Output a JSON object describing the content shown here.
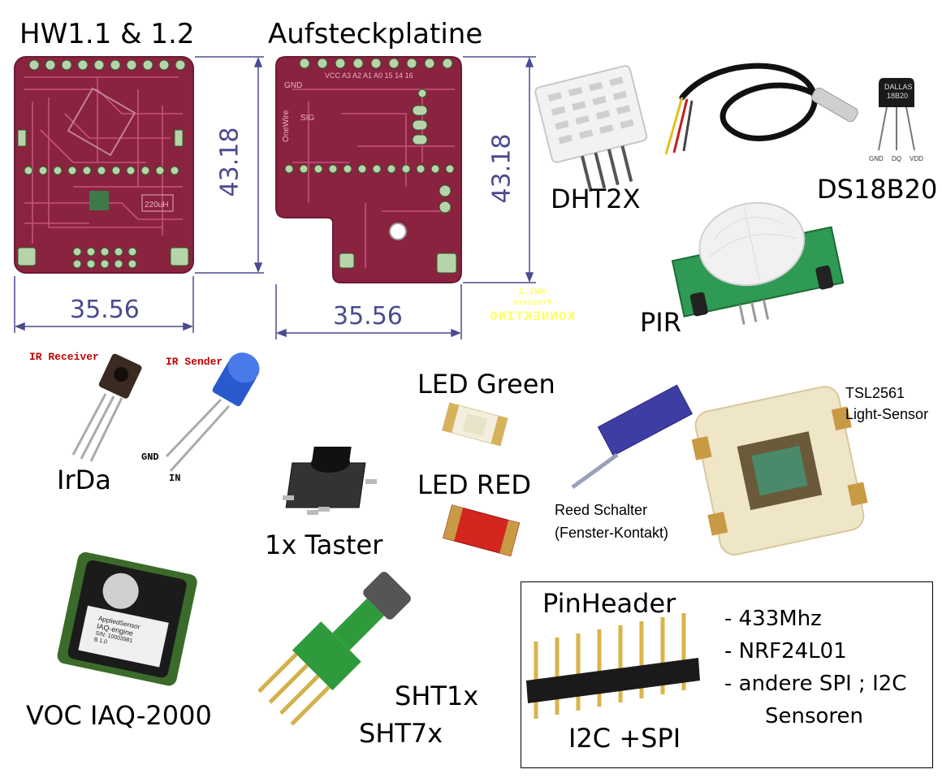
{
  "boards": {
    "hw_title": "HW1.1 & 1.2",
    "aufsteck_title": "Aufsteckplatine",
    "hw_width": "35.56",
    "hw_height": "43.18",
    "aufsteck_width": "35.56",
    "aufsteck_height": "43.18",
    "pcb_text_onewire": "OneWire",
    "pcb_text_gnd": "GND",
    "pcb_text_sig": "SIG",
    "pcb_text_pins": "VCC A3 A2 A1 A0 15 14 16",
    "pcb_text_220uh": "220uH",
    "logo_line1": "HW1.2",
    "logo_line2": "Prepiere",
    "logo_line3": "KONNEKTING"
  },
  "sensors": {
    "dht": "DHT2X",
    "ds18b20": "DS18B20",
    "ds18b20_chip": [
      "DALLAS",
      "18B20"
    ],
    "ds18b20_pins": [
      "GND",
      "DQ",
      "VDD"
    ],
    "pir": "PIR",
    "ir_receiver": "IR Receiver",
    "ir_sender": "IR Sender",
    "ir_gnd": "GND",
    "ir_in": "IN",
    "irda": "IrDa",
    "led_green": "LED Green",
    "led_red": "LED RED",
    "taster": "1x Taster",
    "reed_line1": "Reed Schalter",
    "reed_line2": "(Fenster-Kontakt)",
    "tsl_line1": "TSL2561",
    "tsl_line2": "Light-Sensor",
    "voc": "VOC IAQ-2000",
    "voc_chip": [
      "AppliedSensor",
      "IAQ-engine",
      "S/N: 10003981",
      "B 1.0"
    ],
    "sht1": "SHT1x",
    "sht7": "SHT7x"
  },
  "pinheader_box": {
    "title": "PinHeader",
    "footer": "I2C +SPI",
    "items": [
      "- 433Mhz",
      "- NRF24L01",
      "- andere SPI ; I2C",
      "Sensoren"
    ]
  },
  "colors": {
    "pcb": "#8a2340",
    "pcb_edge": "#6d1a33",
    "pad": "#b7d4a8",
    "dimension_line": "#4b4b8f",
    "ir_label": "#c00000",
    "logo_yellow": "#ffff66"
  }
}
